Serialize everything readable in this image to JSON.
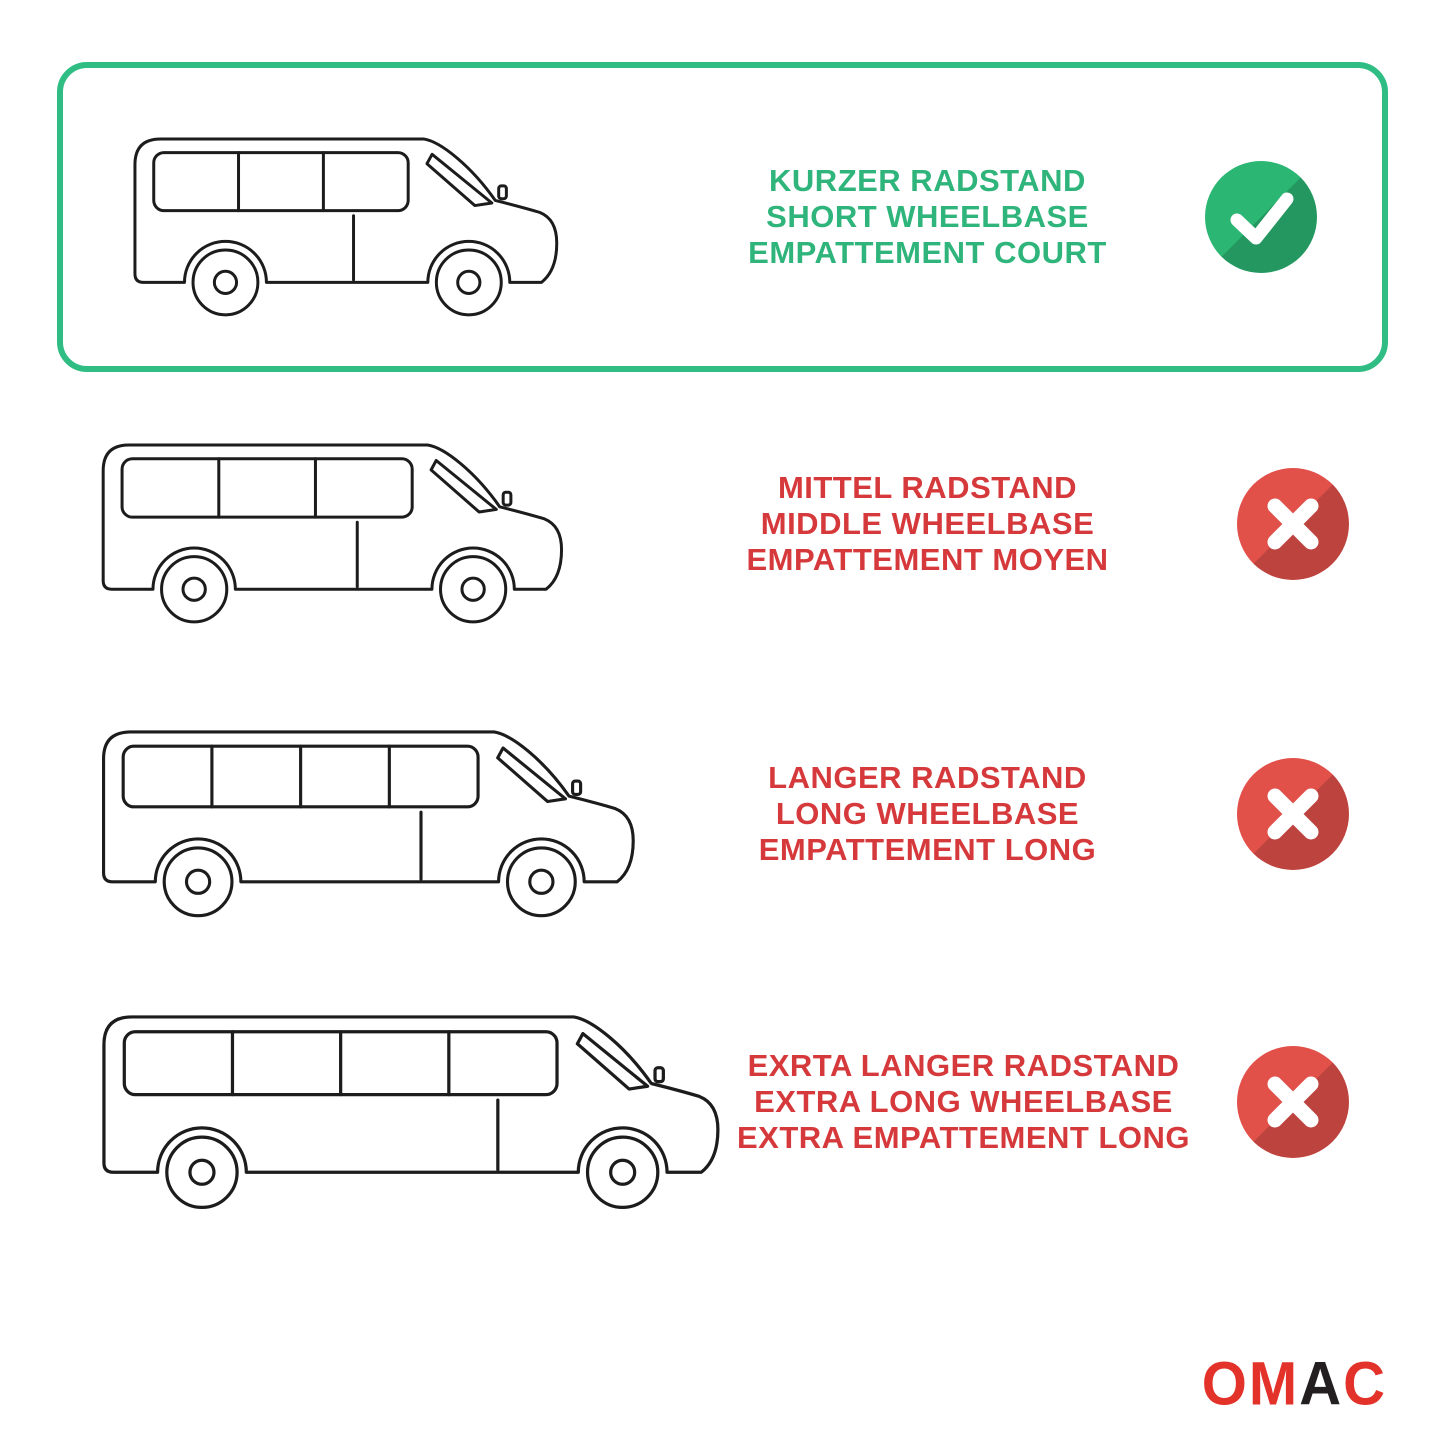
{
  "colors": {
    "background": "#FFFFFF",
    "text_green": "#2FB57B",
    "text_red": "#D6393B",
    "badge_green": "#2BB673",
    "badge_red": "#E2504A",
    "box_green": "#2FBD83",
    "line": "#1C1C1C",
    "logo_red": "#E23229",
    "logo_dark": "#231F20"
  },
  "options": [
    {
      "id": "short-wheelbase",
      "selected": true,
      "status": "check",
      "lines": [
        "KURZER RADSTAND",
        "SHORT WHEELBASE",
        "EMPATTEMENT COURT"
      ]
    },
    {
      "id": "middle-wheelbase",
      "selected": false,
      "status": "cross",
      "lines": [
        "MITTEL RADSTAND",
        "MIDDLE WHEELBASE",
        "EMPATTEMENT MOYEN"
      ]
    },
    {
      "id": "long-wheelbase",
      "selected": false,
      "status": "cross",
      "lines": [
        "LANGER RADSTAND",
        "LONG WHEELBASE",
        "EMPATTEMENT LONG"
      ]
    },
    {
      "id": "extra-long-wheelbase",
      "selected": false,
      "status": "cross",
      "lines": [
        "EXRTA LANGER RADSTAND",
        "EXTRA LONG WHEELBASE",
        "EXTRA EMPATTEMENT LONG"
      ]
    }
  ],
  "logo": {
    "text": "OMAC",
    "letters": [
      {
        "char": "O",
        "color": "#E23229"
      },
      {
        "char": "M",
        "color": "#E23229"
      },
      {
        "char": "A",
        "color": "#231F20"
      },
      {
        "char": "C",
        "color": "#E23229"
      }
    ]
  }
}
